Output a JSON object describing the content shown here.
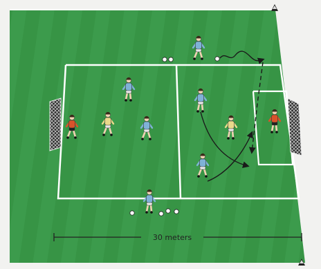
{
  "diagram": {
    "measure_label": "30 meters",
    "colors": {
      "pitch": "#3c9b4c",
      "pitch_dark": "#2f8a40",
      "lines": "#ffffff",
      "blue_team": "#7fb2d6",
      "keeper": "#d9532b",
      "yellow_team": "#e9d98b",
      "shorts": "#e8e8e8",
      "arrow": "#1a1a1a"
    },
    "players": [
      {
        "team": "blue",
        "label": "blue-player-top"
      },
      {
        "team": "blue",
        "label": "blue-player-left-1"
      },
      {
        "team": "blue",
        "label": "blue-player-left-2"
      },
      {
        "team": "blue",
        "label": "blue-player-right-1"
      },
      {
        "team": "blue",
        "label": "blue-player-right-2"
      },
      {
        "team": "blue",
        "label": "blue-player-bottom"
      },
      {
        "team": "yellow",
        "label": "yellow-defender-left"
      },
      {
        "team": "yellow",
        "label": "yellow-defender-right"
      },
      {
        "team": "keeper",
        "label": "goalkeeper-left"
      },
      {
        "team": "keeper",
        "label": "goalkeeper-right"
      }
    ]
  }
}
